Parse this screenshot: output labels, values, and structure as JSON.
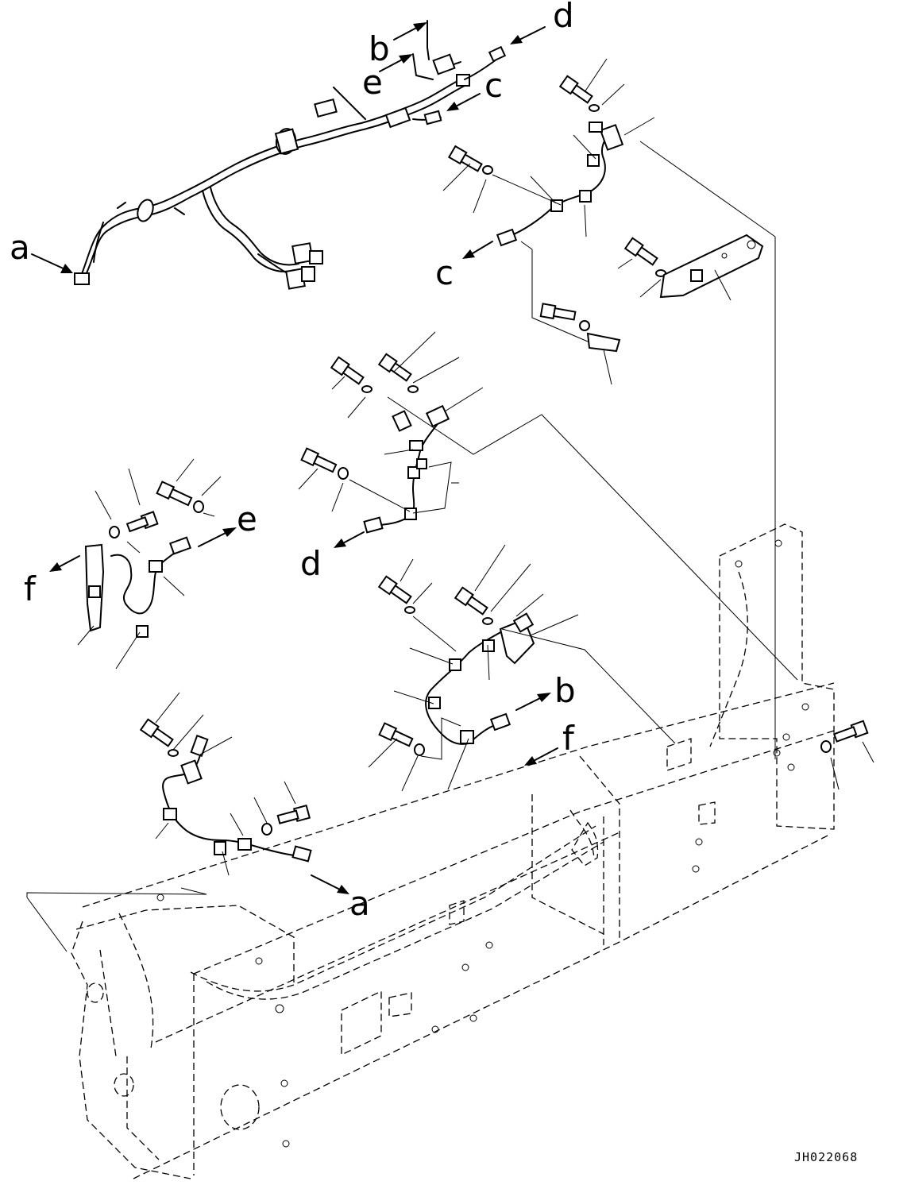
{
  "drawing_code": "JH022068",
  "callouts": {
    "a1": "a",
    "a2": "a",
    "b1": "b",
    "b2": "b",
    "c1": "c",
    "c2": "c",
    "d1": "d",
    "d2": "d",
    "e1": "e",
    "e2": "e",
    "f1": "f",
    "f2": "f"
  }
}
